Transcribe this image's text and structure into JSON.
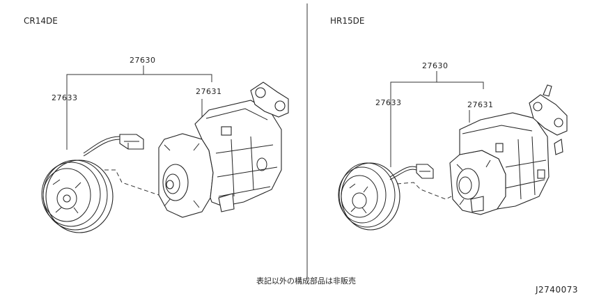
{
  "panels": [
    {
      "engine": "CR14DE",
      "assembly_label": "27630",
      "clutch_label": "27633",
      "compressor_label": "27631"
    },
    {
      "engine": "HR15DE",
      "assembly_label": "27630",
      "clutch_label": "27633",
      "compressor_label": "27631"
    }
  ],
  "footer_note": "表記以外の構成部品は非販売",
  "drawing_code": "J2740073"
}
